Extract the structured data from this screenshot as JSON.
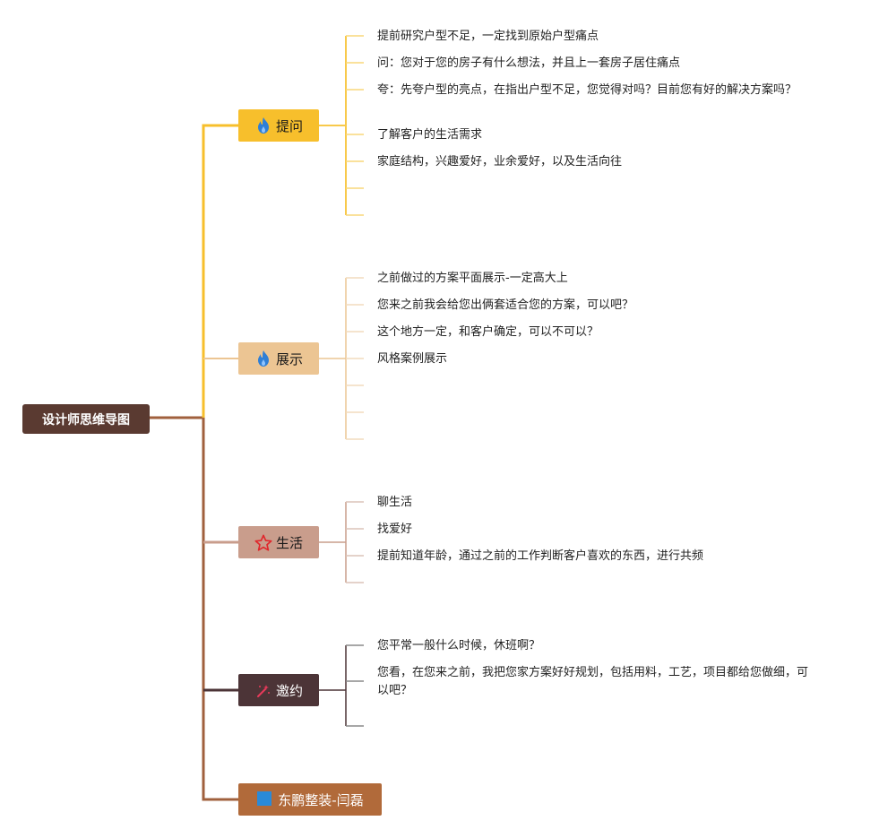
{
  "root": {
    "label": "设计师思维导图"
  },
  "branches": [
    {
      "label": "提问",
      "icon": "fire-icon",
      "color": "#f7bf2c",
      "items": [
        "提前研究户型不足，一定找到原始户型痛点",
        "问：您对于您的房子有什么想法，并且上一套房子居住痛点",
        "夸：先夸户型的亮点，在指出户型不足，您觉得对吗？目前您有好的解决方案吗？",
        "了解客户的生活需求",
        "家庭结构，兴趣爱好，业余爱好，以及生活向往",
        "",
        ""
      ]
    },
    {
      "label": "展示",
      "icon": "fire-icon",
      "color": "#ecc593",
      "items": [
        "之前做过的方案平面展示-一定高大上",
        "您来之前我会给您出俩套适合您的方案，可以吧？",
        "这个地方一定，和客户确定，可以不可以？",
        "风格案例展示",
        "",
        "",
        ""
      ]
    },
    {
      "label": "生活",
      "icon": "star-icon",
      "color": "#c99d8c",
      "items": [
        "聊生活",
        "找爱好",
        "提前知道年龄，通过之前的工作判断客户喜欢的东西，进行共频",
        ""
      ]
    },
    {
      "label": "邀约",
      "icon": "magic-wand-icon",
      "color": "#4c3437",
      "items": [
        "您平常一般什么时候，休班啊？",
        "您看，在您来之前，我把您家方案好好规划，包括用料，工艺，项目都给您做细，可以吧？",
        ""
      ]
    },
    {
      "label": "东鹏整装-闫磊",
      "icon": "blue-square-icon",
      "color": "#b16a3a",
      "items": []
    }
  ]
}
